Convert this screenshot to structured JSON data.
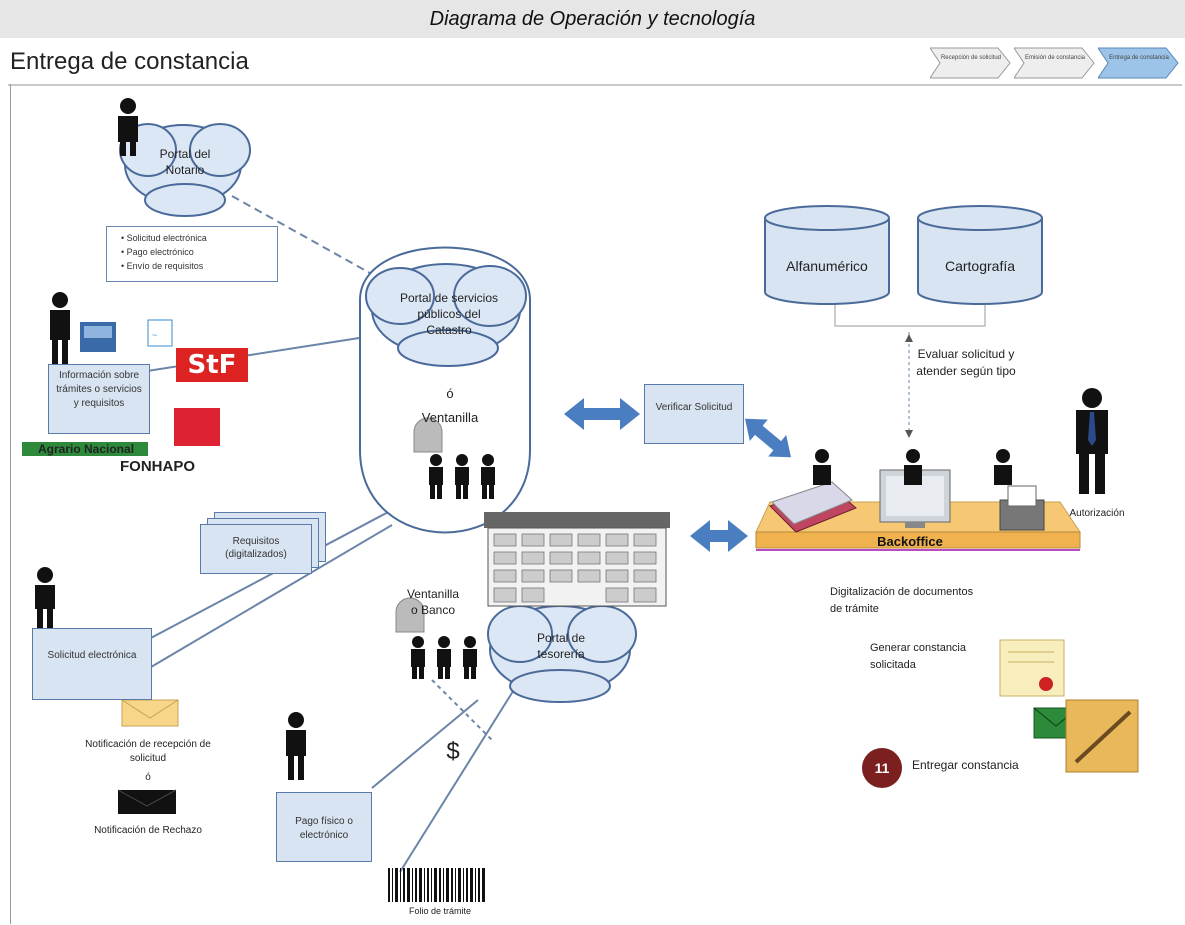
{
  "banner": {
    "title": "Diagrama de Operación y tecnología"
  },
  "header": {
    "title": "Entrega de constancia",
    "steps": [
      {
        "label": "Recepción de solicitud"
      },
      {
        "label": "Emisión de constancia"
      },
      {
        "label": "Entrega de constancia"
      }
    ]
  },
  "portal_notario": {
    "label": "Portal del Notario"
  },
  "notario_services": {
    "items": [
      "Solicitud electrónica",
      "Pago electrónico",
      "Envío de requisitos"
    ]
  },
  "portal_servicios": {
    "label": "Portal de servicios públicos del Catastro"
  },
  "ventanilla": {
    "or_label": "ó",
    "label": "Ventanilla"
  },
  "informacion": {
    "label": "Información sobre trámites o servicios y requisitos"
  },
  "logos": {
    "stf": "StF",
    "agrario": "Agrario Nacional",
    "fonhapo": "FONHAPO"
  },
  "requisitos": {
    "label": "Requisitos (digitalizados)"
  },
  "solicitud": {
    "label": "Solicitud electrónica"
  },
  "notificacion": {
    "recepcion": "Notificación de recepción de solicitud",
    "or_label": "ó",
    "rechazo": "Notificación de Rechazo"
  },
  "verificar": {
    "label": "Verificar Solicitud"
  },
  "databases": {
    "alfanumerico": "Alfanumérico",
    "cartografia": "Cartografía"
  },
  "evaluar": {
    "label": "Evaluar solicitud y atender según tipo"
  },
  "backoffice": {
    "label": "Backoffice"
  },
  "autorizacion": {
    "label": "Autorización"
  },
  "digitalizacion": {
    "label": "Digitalización de documentos de trámite"
  },
  "generar": {
    "label": "Generar constancia solicitada"
  },
  "entregar": {
    "number": "11",
    "label": "Entregar constancia"
  },
  "ventanilla_banco": {
    "label": "Ventanilla o Banco"
  },
  "portal_tesoreria": {
    "label": "Portal de tesorería"
  },
  "dollar": "$",
  "pago": {
    "label": "Pago físico o electrónico"
  },
  "folio": {
    "label": "Folio de trámite"
  },
  "colors": {
    "box_fill": "#d8e4f2",
    "box_stroke": "#5a7aa8",
    "arrow": "#4a7ec0",
    "backoffice": "#f7c873",
    "badge": "#7b1f1f"
  }
}
